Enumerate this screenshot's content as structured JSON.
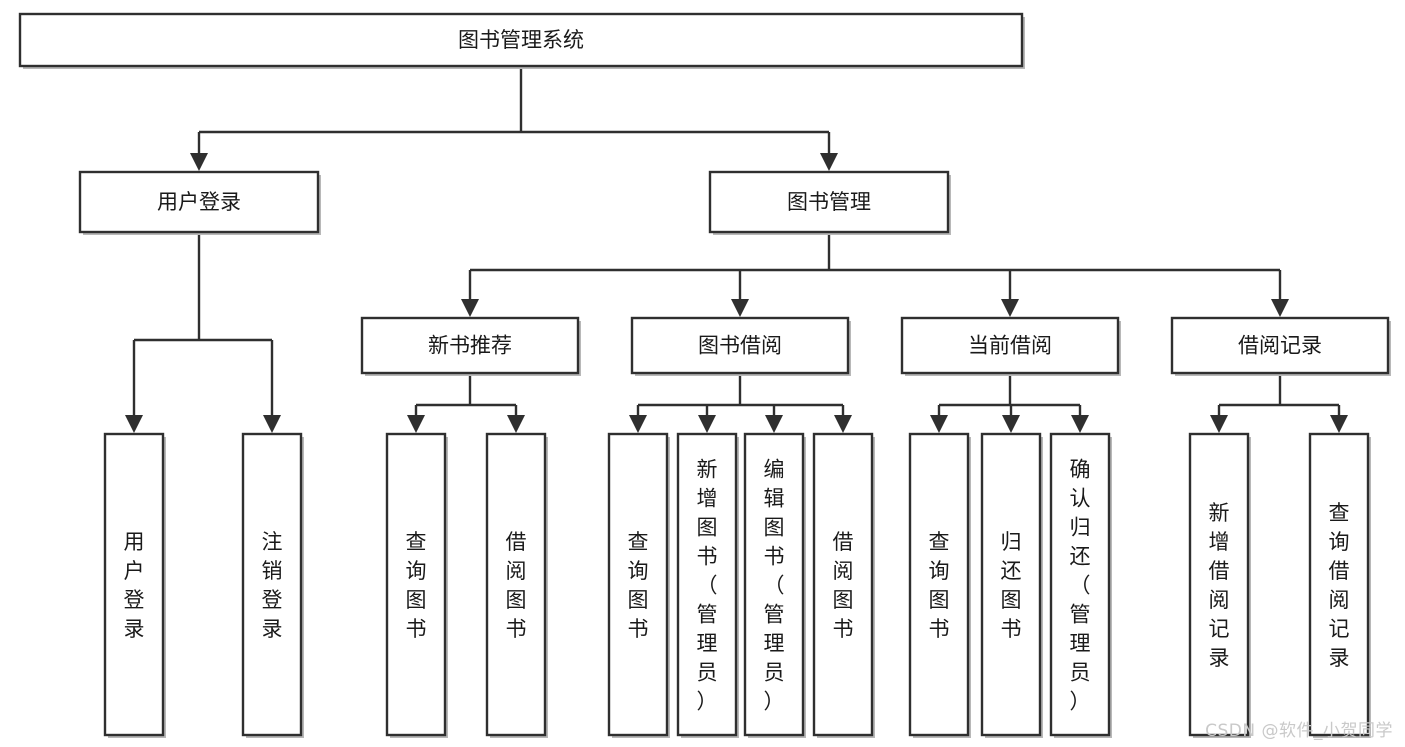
{
  "diagram": {
    "type": "tree-hierarchy",
    "title": "图书管理系统",
    "watermark": "CSDN @软件_小贺同学",
    "colors": {
      "stroke": "#2f2f2f",
      "fill": "#ffffff",
      "text": "#1a1a1a",
      "shadow": "#b8b8b8",
      "watermark": "#c9c9c9"
    },
    "levels": [
      {
        "level": 0,
        "nodes": [
          {
            "id": "root",
            "label": "图书管理系统",
            "orientation": "horizontal"
          }
        ]
      },
      {
        "level": 1,
        "nodes": [
          {
            "id": "login",
            "label": "用户登录",
            "orientation": "horizontal",
            "parent": "root"
          },
          {
            "id": "bookmgmt",
            "label": "图书管理",
            "orientation": "horizontal",
            "parent": "root"
          }
        ]
      },
      {
        "level": 2,
        "nodes": [
          {
            "id": "newbook",
            "label": "新书推荐",
            "orientation": "horizontal",
            "parent": "bookmgmt"
          },
          {
            "id": "borrow",
            "label": "图书借阅",
            "orientation": "horizontal",
            "parent": "bookmgmt"
          },
          {
            "id": "current",
            "label": "当前借阅",
            "orientation": "horizontal",
            "parent": "bookmgmt"
          },
          {
            "id": "records",
            "label": "借阅记录",
            "orientation": "horizontal",
            "parent": "bookmgmt"
          }
        ]
      },
      {
        "level": 3,
        "nodes": [
          {
            "id": "leaf-user-login",
            "label": "用户登录",
            "orientation": "vertical",
            "parent": "login"
          },
          {
            "id": "leaf-user-logout",
            "label": "注销登录",
            "orientation": "vertical",
            "parent": "login"
          },
          {
            "id": "leaf-query-book-1",
            "label": "查询图书",
            "orientation": "vertical",
            "parent": "newbook"
          },
          {
            "id": "leaf-borrow-book-1",
            "label": "借阅图书",
            "orientation": "vertical",
            "parent": "newbook"
          },
          {
            "id": "leaf-query-book-2",
            "label": "查询图书",
            "orientation": "vertical",
            "parent": "borrow"
          },
          {
            "id": "leaf-add-book",
            "label": "新增图书（管理员）",
            "orientation": "vertical",
            "parent": "borrow"
          },
          {
            "id": "leaf-edit-book",
            "label": "编辑图书（管理员）",
            "orientation": "vertical",
            "parent": "borrow"
          },
          {
            "id": "leaf-borrow-book-2",
            "label": "借阅图书",
            "orientation": "vertical",
            "parent": "borrow"
          },
          {
            "id": "leaf-query-book-3",
            "label": "查询图书",
            "orientation": "vertical",
            "parent": "current"
          },
          {
            "id": "leaf-return-book",
            "label": "归还图书",
            "orientation": "vertical",
            "parent": "current"
          },
          {
            "id": "leaf-confirm-return",
            "label": "确认归还（管理员）",
            "orientation": "vertical",
            "parent": "current"
          },
          {
            "id": "leaf-add-record",
            "label": "新增借阅记录",
            "orientation": "vertical",
            "parent": "records"
          },
          {
            "id": "leaf-query-record",
            "label": "查询借阅记录",
            "orientation": "vertical",
            "parent": "records"
          }
        ]
      }
    ]
  }
}
